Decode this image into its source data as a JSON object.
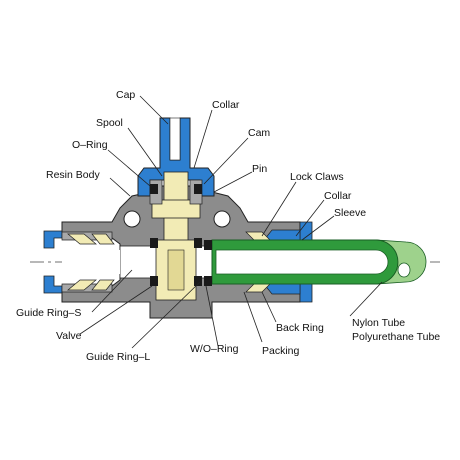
{
  "labels": {
    "cap": "Cap",
    "collar_top": "Collar",
    "spool": "Spool",
    "cam": "Cam",
    "o_ring": "O–Ring",
    "pin": "Pin",
    "resin_body": "Resin Body",
    "lock_claws": "Lock Claws",
    "collar_right": "Collar",
    "sleeve": "Sleeve",
    "guide_ring_s": "Guide Ring–S",
    "valve": "Valve",
    "guide_ring_l": "Guide Ring–L",
    "wo_ring": "W/O–Ring",
    "packing": "Packing",
    "back_ring": "Back Ring",
    "nylon_tube": "Nylon Tube",
    "polyurethane_tube": "Polyurethane Tube"
  },
  "colors": {
    "body_gray": "#8c8c8c",
    "body_dark": "#6e6e6e",
    "blue": "#2d7fd0",
    "brass": "#f2ebb5",
    "green": "#2f9a3c",
    "green_light": "#9ed28c",
    "black_ring": "#1a1a1a"
  }
}
